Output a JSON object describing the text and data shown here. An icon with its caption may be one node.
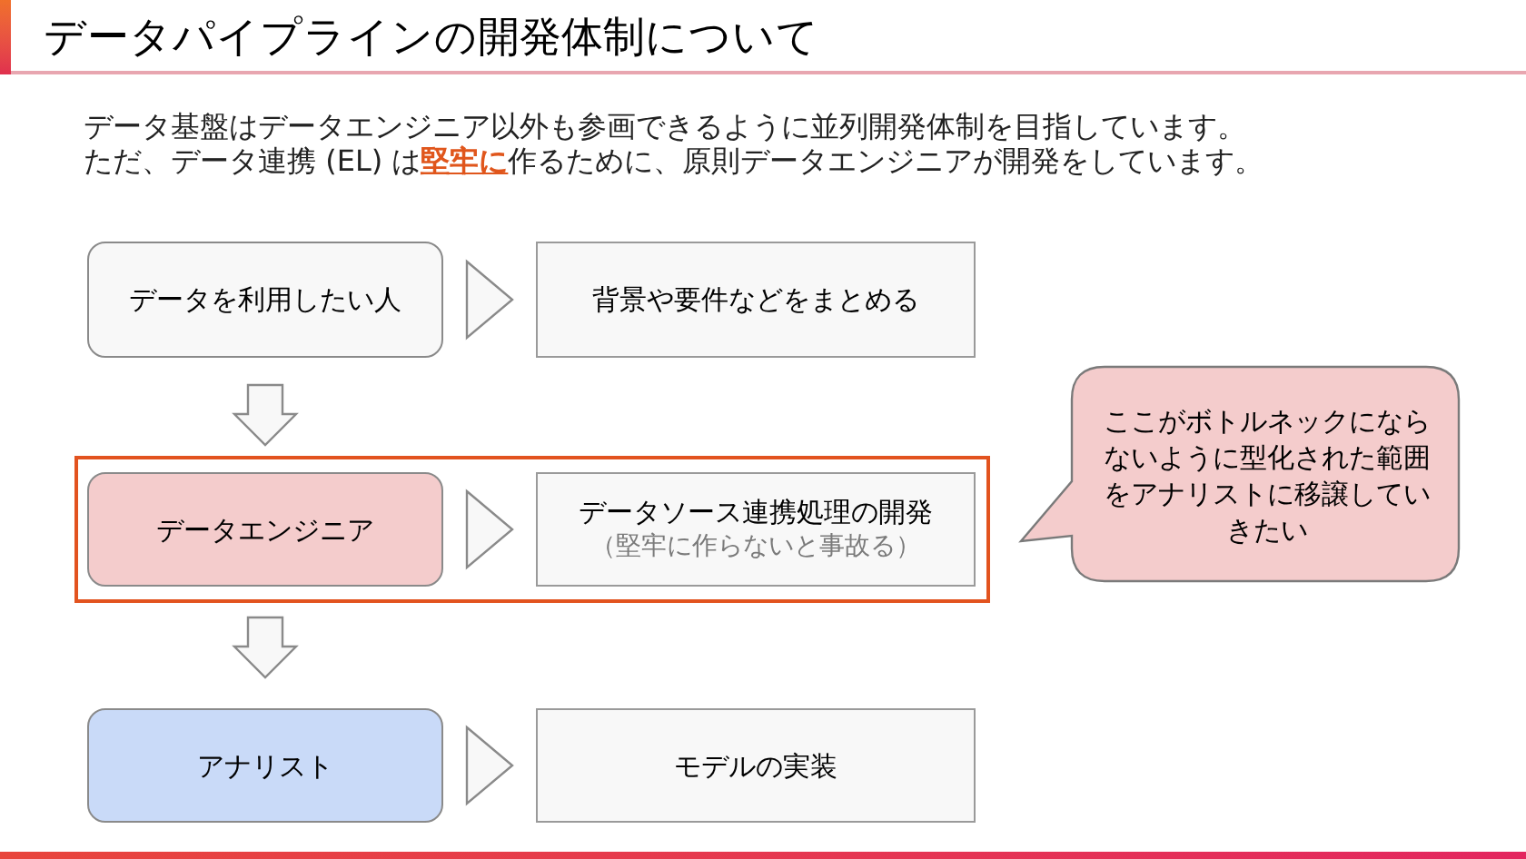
{
  "diagram": {
    "title": "データパイプラインの開発体制について",
    "nodes": [
      {
        "text": [
          "データを利用したい人"
        ]
      },
      {
        "text": [
          "背景や要件などをまとめる"
        ]
      },
      {
        "text": [],
        "shape": "box"
      },
      {
        "text": [
          "データエンジニア"
        ],
        "in": 2
      },
      {
        "text": [
          "データソース連携処理の開発",
          "（堅牢に作らないと事故る）"
        ],
        "in": 2
      },
      {
        "text": [
          "ここがボトルネックにならないように型化された範囲をアナリストに移譲していきたい"
        ]
      },
      {
        "text": [
          "アナリスト"
        ]
      },
      {
        "text": [
          "モデルの実装"
        ]
      }
    ],
    "edges": [
      {
        "from": 0,
        "to": 1,
        "arrow": "to"
      },
      {
        "from": 0,
        "to": 3,
        "arrow": "to"
      },
      {
        "from": 3,
        "to": 4,
        "arrow": "to"
      },
      {
        "from": 3,
        "to": 6,
        "arrow": "to"
      },
      {
        "from": 6,
        "to": 7,
        "arrow": "to"
      }
    ],
    "labels": [
      "データ基盤はデータエンジニア以外も参画できるように並列開発体制を目指しています。",
      "ただ、データ連携 (EL) は**堅牢に**作るために、原則データエンジニアが開発をしています。"
    ]
  }
}
